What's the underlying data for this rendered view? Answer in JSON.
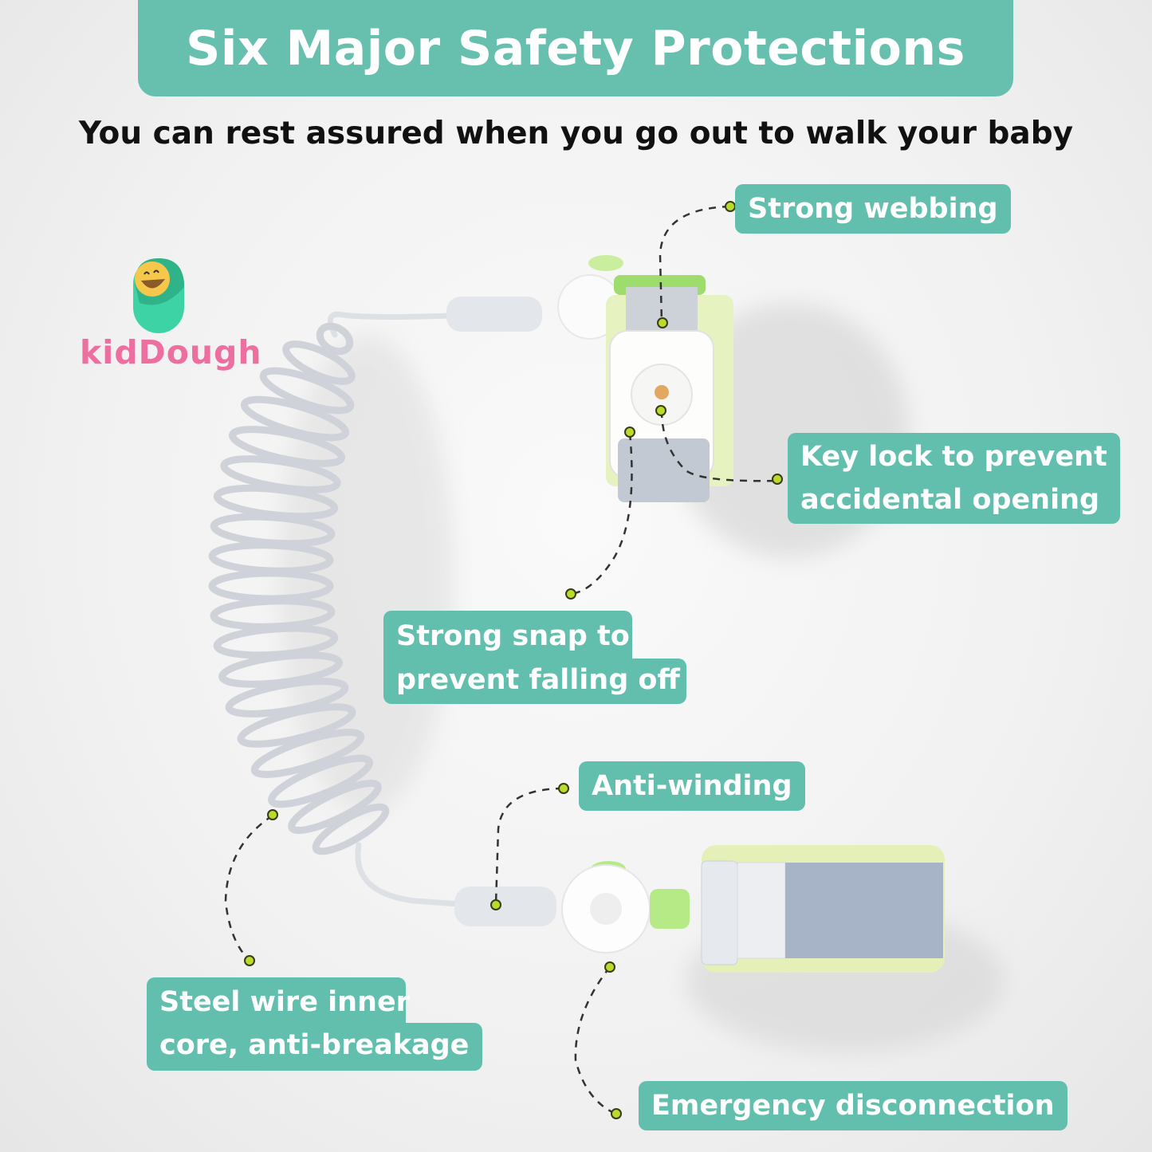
{
  "header": {
    "title": "Six Major Safety Protections",
    "subtitle": "You can rest assured when you go out to walk your baby"
  },
  "brand": {
    "name": "kidDough",
    "logo_icon": "smiling-baby-swaddle-icon",
    "text_color": "#ec6fa0",
    "swaddle_color": "#3ed3a5",
    "face_color": "#f5c84c"
  },
  "colors": {
    "banner": "#67c0ae",
    "label_bg": "#63bfad",
    "label_text": "#ffffff",
    "callout_dot": "#b9dc2a",
    "leader_line": "#333333"
  },
  "features": [
    {
      "id": "strong-webbing",
      "line1": "Strong webbing",
      "line2": ""
    },
    {
      "id": "key-lock",
      "line1": "Key lock to prevent",
      "line2": "accidental opening"
    },
    {
      "id": "strong-snap",
      "line1": "Strong snap to",
      "line2": "prevent falling off"
    },
    {
      "id": "anti-winding",
      "line1": "Anti-winding",
      "line2": ""
    },
    {
      "id": "steel-wire",
      "line1": "Steel wire inner",
      "line2": "core, anti-breakage"
    },
    {
      "id": "emergency-disconnection",
      "line1": "Emergency disconnection",
      "line2": ""
    }
  ]
}
